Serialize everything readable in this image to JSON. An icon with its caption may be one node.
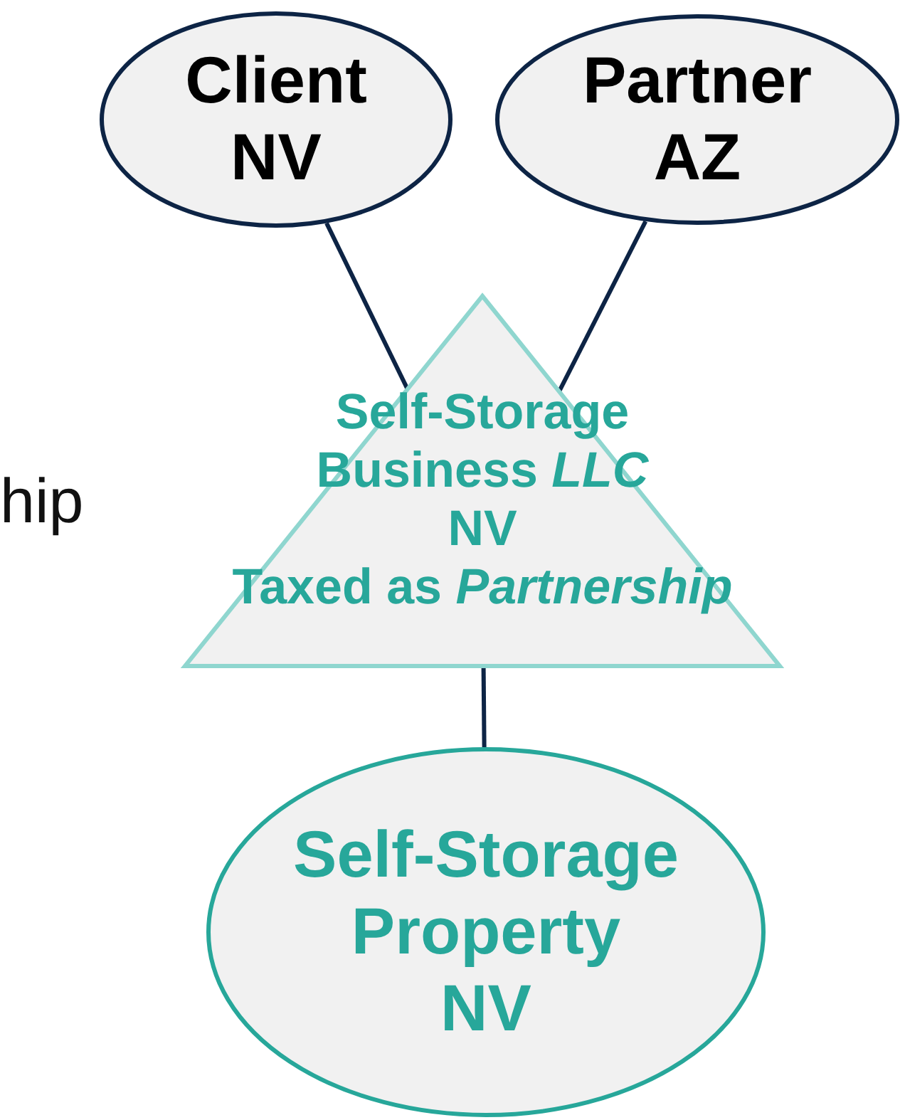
{
  "diagram": {
    "nodes": [
      {
        "text": [
          "Client NV"
        ]
      },
      {
        "text": [
          "Partner AZ"
        ]
      },
      {
        "text": [
          "Self-Storage Business *LLC* NV Taxed as *Partnership*"
        ]
      },
      {
        "text": [
          "Self-Storage Property NV"
        ]
      }
    ],
    "edges": [
      {
        "from": 0,
        "to": 2,
        "arrow": "none"
      },
      {
        "from": 1,
        "to": 2,
        "arrow": "none"
      },
      {
        "from": 2,
        "to": 3,
        "arrow": "none"
      }
    ],
    "labels": [
      "hip"
    ]
  }
}
